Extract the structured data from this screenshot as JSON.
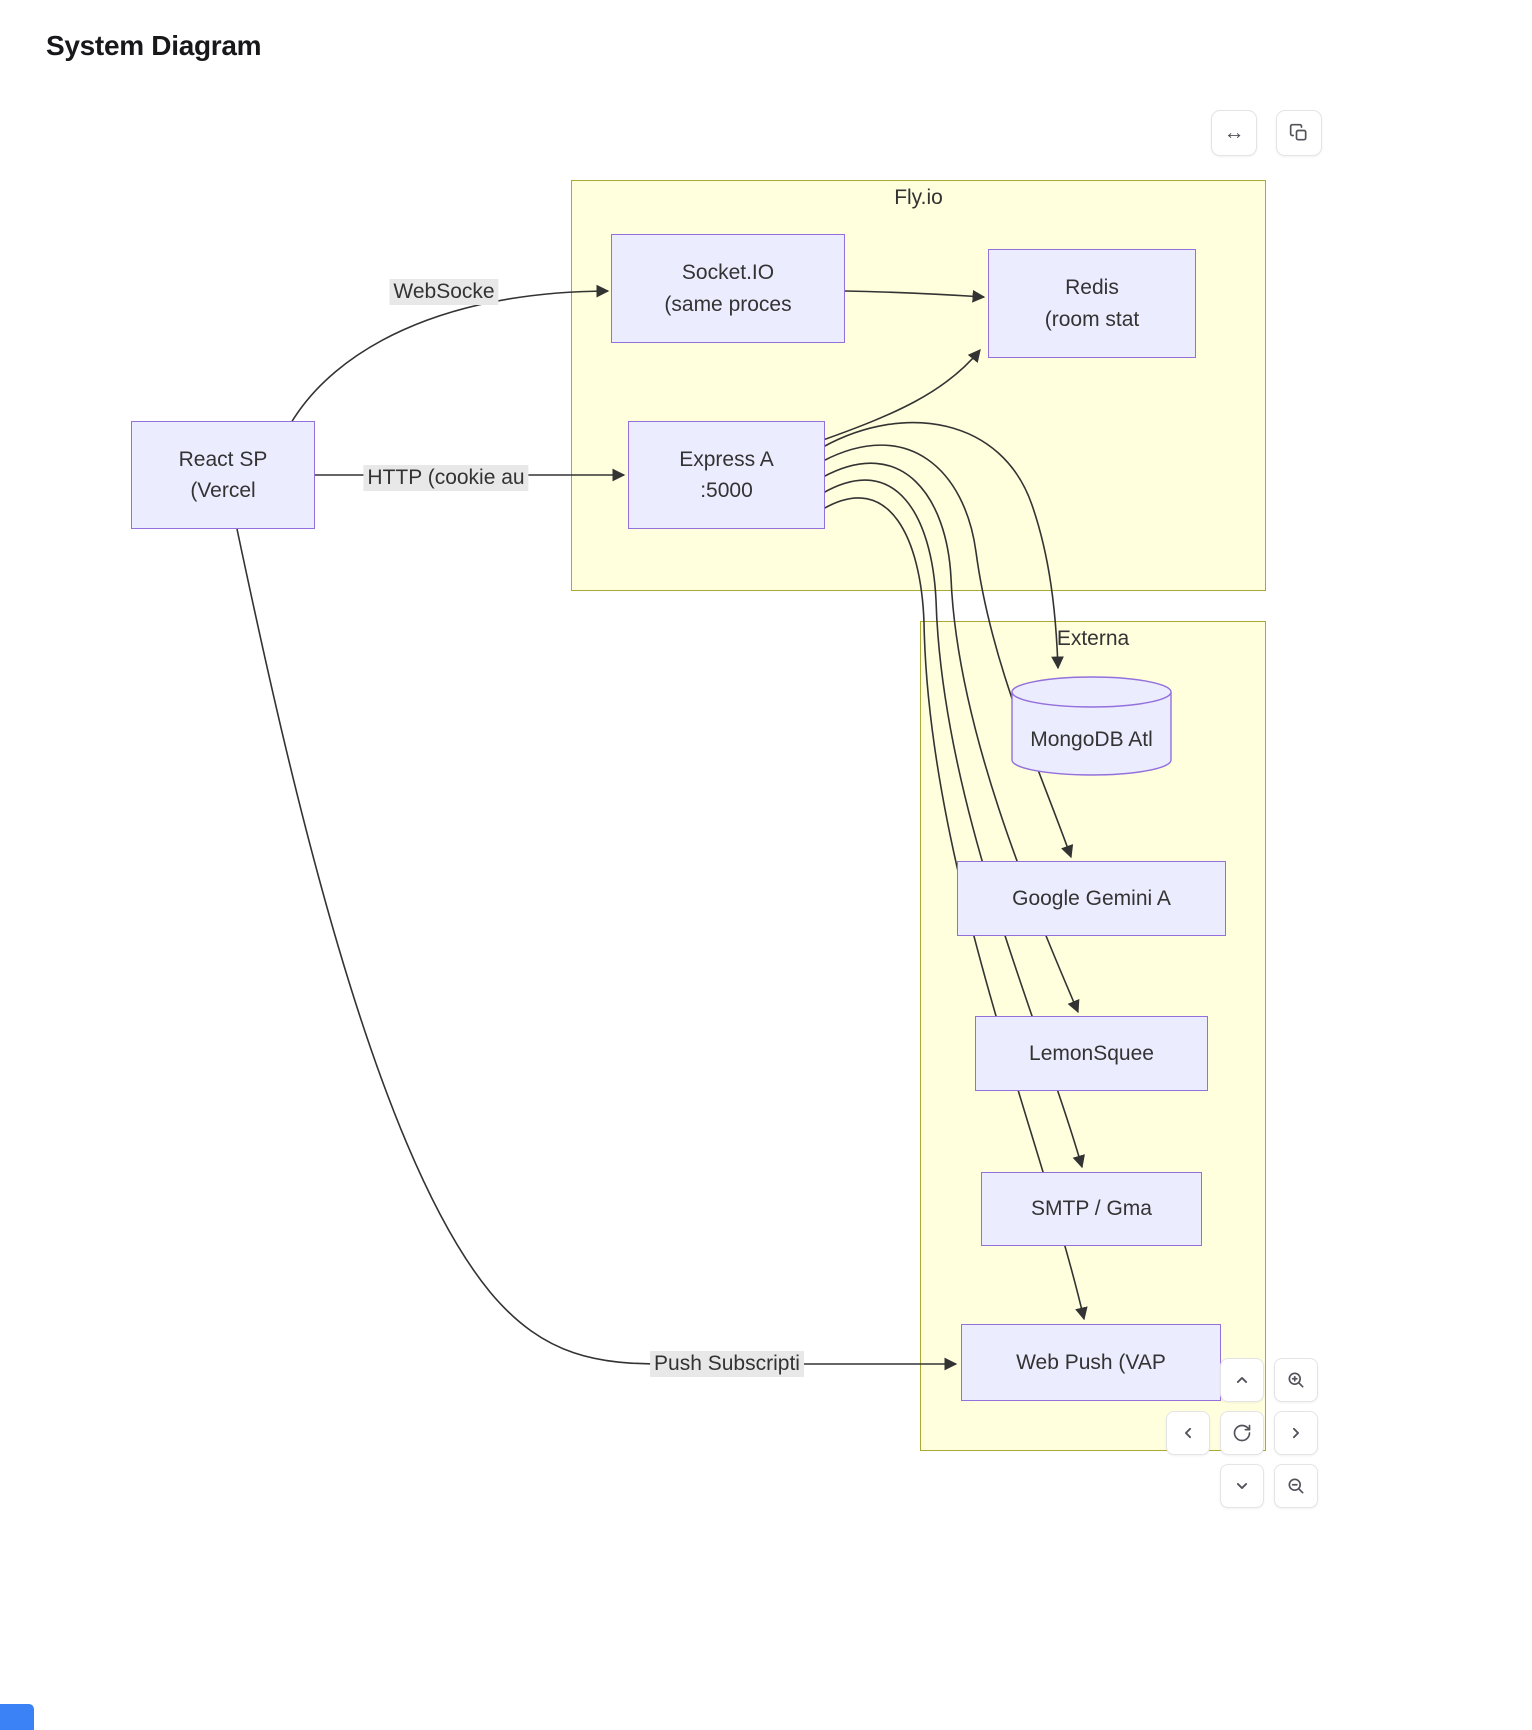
{
  "page": {
    "title": "System Diagram"
  },
  "toolbar": {
    "expand_glyph": "↔"
  },
  "icons": {
    "expand": "left-right-arrow",
    "copy": "overlapping-squares",
    "pan_up": "chevron-up",
    "pan_down": "chevron-down",
    "pan_left": "chevron-left",
    "pan_right": "chevron-right",
    "reset_view": "circular-refresh-arrow",
    "zoom_in": "magnifier-plus",
    "zoom_out": "magnifier-minus"
  },
  "diagram": {
    "clusters": [
      {
        "id": "flyio",
        "label": "Fly.io"
      },
      {
        "id": "external",
        "label": "Externa"
      }
    ],
    "nodes": [
      {
        "id": "react",
        "shape": "rect",
        "lines": [
          "React SP",
          "(Vercel"
        ]
      },
      {
        "id": "socketio",
        "shape": "rect",
        "lines": [
          "Socket.IO",
          "(same proces"
        ]
      },
      {
        "id": "redis",
        "shape": "rect",
        "lines": [
          "Redis",
          "(room stat"
        ]
      },
      {
        "id": "express",
        "shape": "rect",
        "lines": [
          "Express A",
          ":5000"
        ]
      },
      {
        "id": "mongodb",
        "shape": "cylinder",
        "lines": [
          "MongoDB Atl"
        ]
      },
      {
        "id": "gemini",
        "shape": "rect",
        "lines": [
          "Google Gemini A"
        ]
      },
      {
        "id": "lemonsqueezy",
        "shape": "rect",
        "lines": [
          "LemonSquee"
        ]
      },
      {
        "id": "smtp",
        "shape": "rect",
        "lines": [
          "SMTP / Gma"
        ]
      },
      {
        "id": "webpush",
        "shape": "rect",
        "lines": [
          "Web Push (VAP"
        ]
      }
    ],
    "edge_labels": [
      {
        "id": "websocket",
        "text": "WebSocke"
      },
      {
        "id": "http_auth",
        "text": "HTTP (cookie au"
      },
      {
        "id": "push_sub",
        "text": "Push Subscripti"
      }
    ],
    "edges": [
      {
        "from": "react",
        "to": "socketio",
        "label": "WebSocke"
      },
      {
        "from": "socketio",
        "to": "redis",
        "label": ""
      },
      {
        "from": "react",
        "to": "express",
        "label": "HTTP (cookie au"
      },
      {
        "from": "express",
        "to": "redis",
        "label": ""
      },
      {
        "from": "express",
        "to": "mongodb",
        "label": ""
      },
      {
        "from": "express",
        "to": "gemini",
        "label": ""
      },
      {
        "from": "express",
        "to": "lemonsqueezy",
        "label": ""
      },
      {
        "from": "express",
        "to": "smtp",
        "label": ""
      },
      {
        "from": "express",
        "to": "webpush",
        "label": ""
      },
      {
        "from": "react",
        "to": "webpush",
        "label": "Push Subscripti"
      }
    ],
    "colors": {
      "cluster_fill": "#ffffde",
      "cluster_border": "#aaaa33",
      "node_fill": "#ECECFF",
      "node_border": "#9370DB",
      "edge": "#333333",
      "edge_label_bg": "#e8e8e8",
      "text": "#333333"
    }
  }
}
